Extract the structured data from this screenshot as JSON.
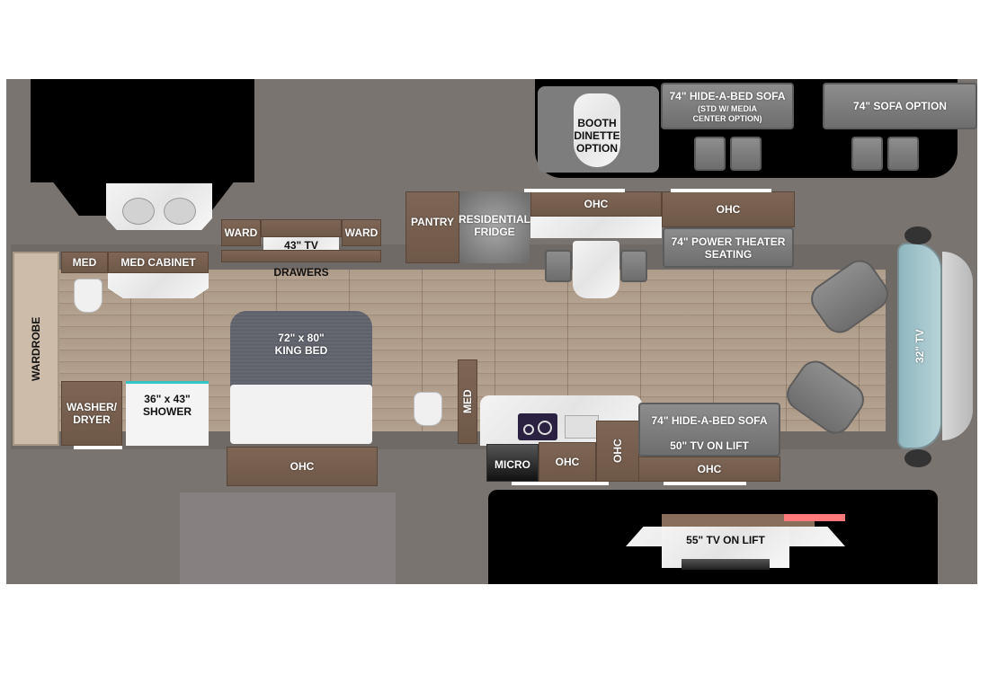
{
  "floorplan": {
    "options": {
      "booth_dinette": "BOOTH\nDINETTE\nOPTION",
      "hide_a_bed_option_title": "74\" HIDE-A-BED SOFA",
      "hide_a_bed_option_note": "(STD W/ MEDIA\nCENTER OPTION)",
      "sofa_option": "74\" SOFA OPTION",
      "tv_55_on_lift": "55\" TV ON LIFT"
    },
    "bedroom": {
      "ward_left": "WARD",
      "ward_right": "WARD",
      "tv": "43\" TV",
      "drawers": "DRAWERS",
      "bed": "72\" x 80\"\nKING BED",
      "ohc": "OHC"
    },
    "bath": {
      "med": "MED",
      "med_cabinet": "MED CABINET",
      "wardrobe": "WARDROBE",
      "washer_dryer": "WASHER/\nDRYER",
      "shower": "36\" x 43\"\nSHOWER",
      "half_bath_med": "MED"
    },
    "kitchen": {
      "pantry": "PANTRY",
      "fridge": "RESIDENTIAL\nFRIDGE",
      "ohc_top": "OHC",
      "micro": "MICRO",
      "ohc_bottom": "OHC",
      "ohc_vertical": "OHC"
    },
    "living": {
      "ohc_top": "OHC",
      "theater_seating": "74\" POWER THEATER\nSEATING",
      "hide_a_bed": "74\" HIDE-A-BED SOFA",
      "tv_50": "50\" TV ON LIFT",
      "ohc_bottom": "OHC"
    },
    "cockpit": {
      "tv_32": "32\" TV"
    },
    "colors": {
      "background_gray": "#7a7470",
      "floor_wood": "#b5a391",
      "cabinet": "#7e6656",
      "seat_gray": "#8d8d8d",
      "dash_blue": "#9fc4cc"
    }
  }
}
